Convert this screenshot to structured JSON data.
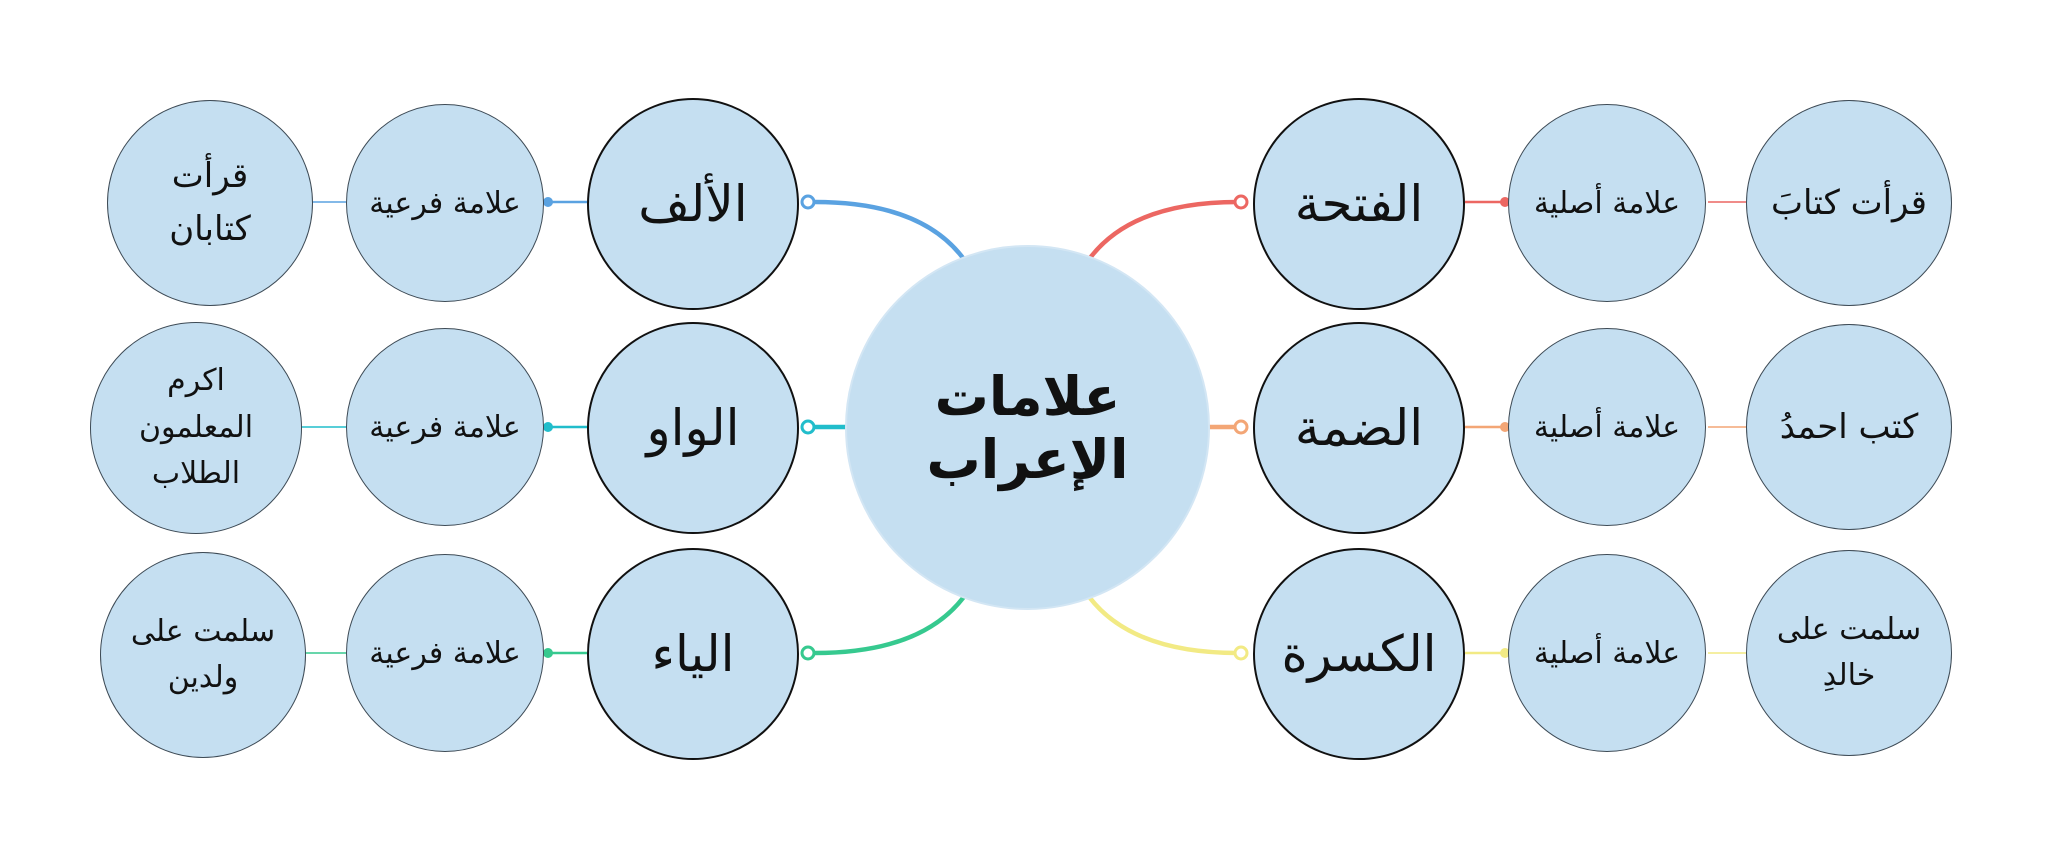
{
  "central_topic": {
    "label": "علامات الإعراب"
  },
  "branches": [
    {
      "label": "الفتحة",
      "sub_label": "علامة أصلية",
      "example": "قرأت كتابَ",
      "color": "#ec6762"
    },
    {
      "label": "الضمة",
      "sub_label": "علامة أصلية",
      "example": "كتب احمدُ",
      "color": "#f3a676"
    },
    {
      "label": "الكسرة",
      "sub_label": "علامة أصلية",
      "example": "سلمت على خالدِ",
      "color": "#f2ea84"
    },
    {
      "label": "الألف",
      "sub_label": "علامة فرعية",
      "example": "قرأت كتابان",
      "color": "#5aa2e1"
    },
    {
      "label": "الواو",
      "sub_label": "علامة فرعية",
      "example": "اكرم المعلمون الطلاب",
      "color": "#21bdcb"
    },
    {
      "label": "الياء",
      "sub_label": "علامة فرعية",
      "example": "سلمت على ولدين",
      "color": "#36c98f"
    }
  ]
}
